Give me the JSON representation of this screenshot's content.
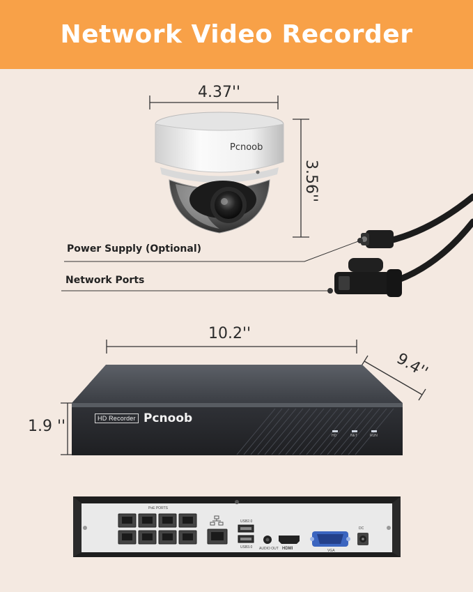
{
  "banner": {
    "title": "Network Video Recorder",
    "color": "#f8a148"
  },
  "camera": {
    "width_label": "4.37''",
    "height_label": "3.56''",
    "brand": "Pcnoob"
  },
  "callouts": {
    "power": "Power Supply (Optional)",
    "network": "Network Ports"
  },
  "nvr": {
    "width_label": "10.2''",
    "depth_label": "9.4''",
    "height_label": "1.9 ''",
    "badge": "HD Recorder",
    "brand": "Pcnoob",
    "leds": [
      "HD",
      "NET",
      "RUN"
    ]
  },
  "rear": {
    "poe_label": "PoE PORTS",
    "usb2_label": "USB2.0",
    "usb3_label": "USB3.0",
    "audio_label": "AUDIO OUT",
    "hdmi_label": "HDMI",
    "vga_label": "VGA",
    "power_label": "DC"
  }
}
